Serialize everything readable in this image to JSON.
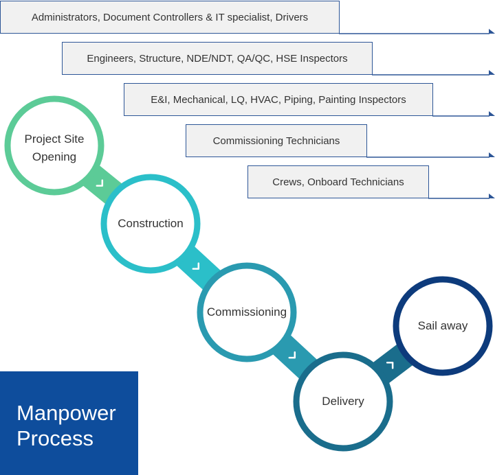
{
  "roles": [
    {
      "label": "Administrators, Document Controllers & IT specialist, Drivers"
    },
    {
      "label": "Engineers, Structure, NDE/NDT, QA/QC, HSE Inspectors"
    },
    {
      "label": "E&I, Mechanical, LQ, HVAC, Piping, Painting Inspectors"
    },
    {
      "label": "Commissioning Technicians"
    },
    {
      "label": "Crews, Onboard Technicians"
    }
  ],
  "stages": [
    {
      "label": "Project Site Opening",
      "color": "#5ccb97"
    },
    {
      "label": "Construction",
      "color": "#2bbfc9"
    },
    {
      "label": "Commissioning",
      "color": "#2a9ab0"
    },
    {
      "label": "Delivery",
      "color": "#1a6d8c"
    },
    {
      "label": "Sail away",
      "color": "#0d3b7c"
    }
  ],
  "title": {
    "line1": "Manpower",
    "line2": "Process",
    "color": "#0e4d9c"
  },
  "accent": "#2c5596"
}
